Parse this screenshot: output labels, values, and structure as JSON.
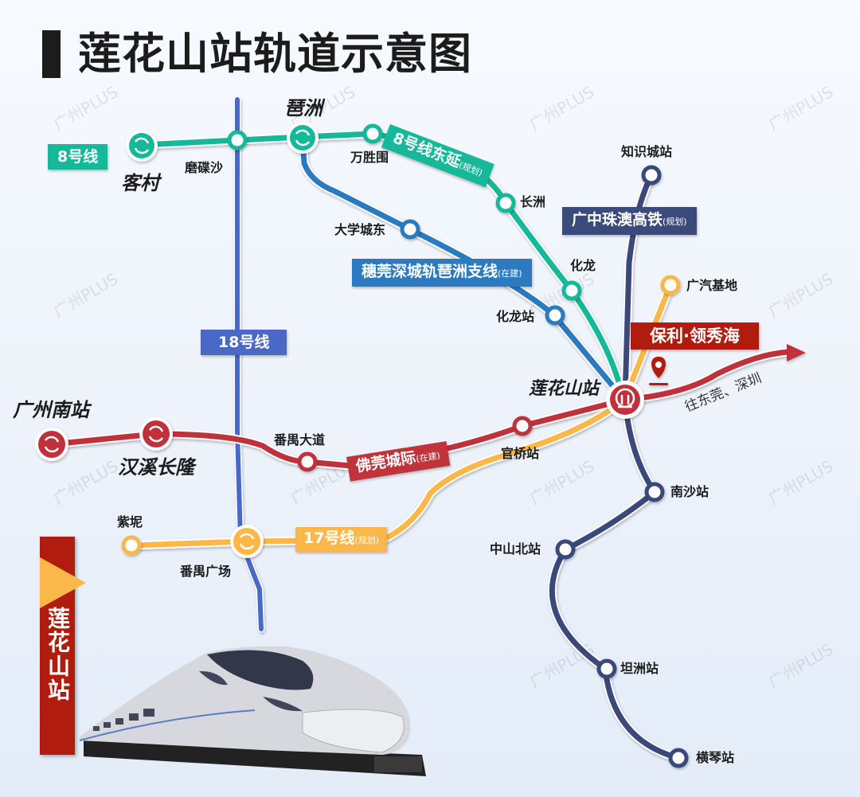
{
  "title": "莲花山站轨道示意图",
  "watermark": "广州PLUS",
  "colors": {
    "line8": "#16b89a",
    "line18": "#4a69c6",
    "suiguan": "#2c7abf",
    "hsr": "#3a4a7a",
    "fodong": "#c0333a",
    "line17": "#fbb84a",
    "highlight": "#b01c0e",
    "text": "#1c1c1c"
  },
  "lines": {
    "line8": {
      "label": "8号线"
    },
    "line8east": {
      "label": "8号线东延",
      "status": "(规划)"
    },
    "line18": {
      "label": "18号线"
    },
    "suiguan": {
      "label": "穗莞深城轨琶洲支线",
      "status": "(在建)"
    },
    "hsr": {
      "label": "广中珠澳高铁",
      "status": "(规划)"
    },
    "fodong": {
      "label": "佛莞城际",
      "status": "(在建)"
    },
    "line17": {
      "label": "17号线",
      "status": "(规划)"
    }
  },
  "stations": {
    "kecun": "客村",
    "modiesha": "磨碟沙",
    "pazhou": "琶洲",
    "wanshengwei": "万胜围",
    "changzhou": "长洲",
    "daxuechengdong": "大学城东",
    "hualong": "化龙",
    "hualongzhan": "化龙站",
    "zhishicheng": "知识城站",
    "guangqi": "广汽基地",
    "lianhuashan": "莲花山站",
    "guangzhounan": "广州南站",
    "hanxi": "汉溪长隆",
    "panyudadao": "番禺大道",
    "guanqiao": "官桥站",
    "zini": "紫坭",
    "panyuguangchang": "番禺广场",
    "nansha": "南沙站",
    "zhongshanbei": "中山北站",
    "tanzhou": "坦洲站",
    "hengqin": "横琴站"
  },
  "highlight": {
    "project": "保利·领秀海",
    "direction": "往东莞、深圳"
  },
  "side_banner": "莲花山站"
}
